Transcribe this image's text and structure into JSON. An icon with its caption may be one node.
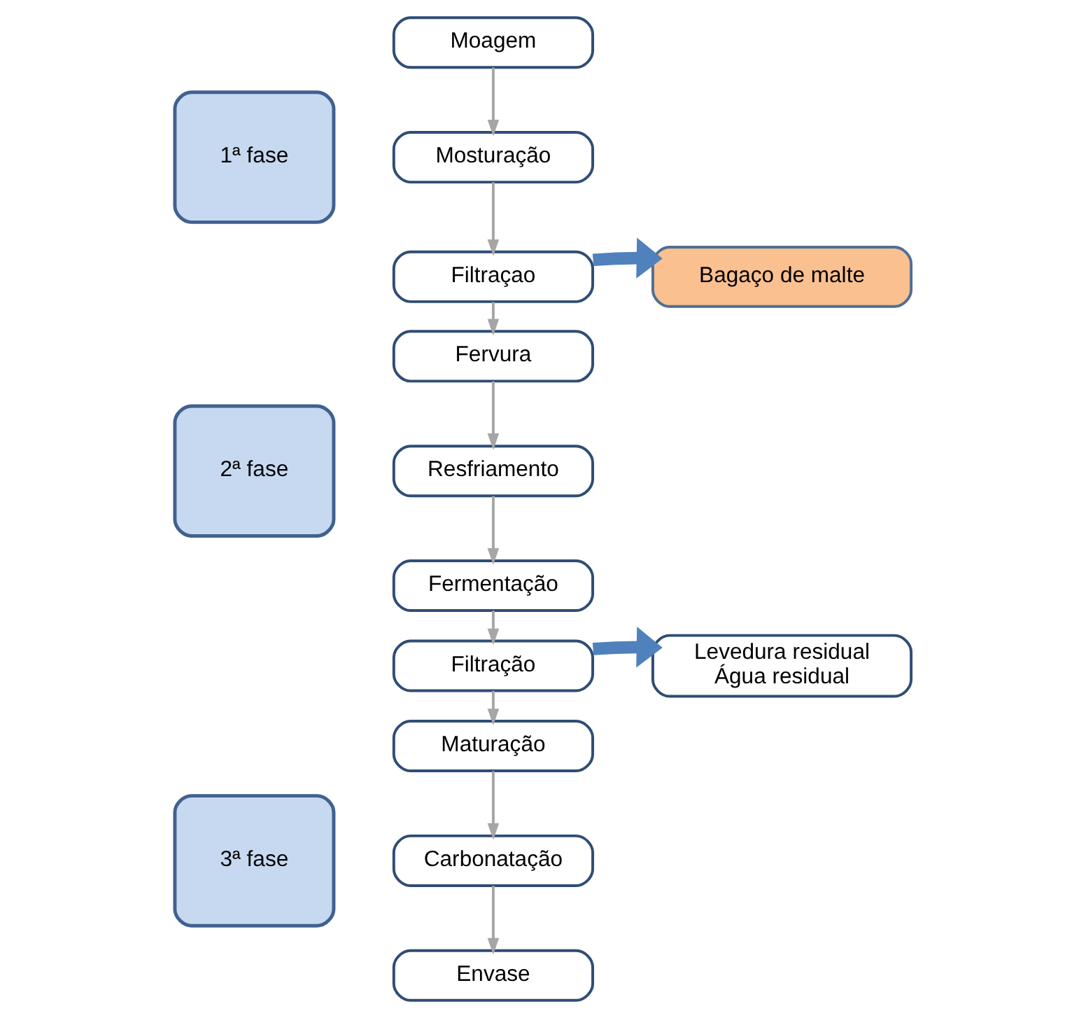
{
  "diagram": {
    "nodes": [
      {
        "text": [
          "1ª fase"
        ]
      },
      {
        "text": [
          "2ª fase"
        ]
      },
      {
        "text": [
          "3ª fase"
        ]
      },
      {
        "text": [
          "Moagem"
        ]
      },
      {
        "text": [
          "Mosturação"
        ]
      },
      {
        "text": [
          "Filtraçao"
        ]
      },
      {
        "text": [
          "Fervura"
        ]
      },
      {
        "text": [
          "Resfriamento"
        ]
      },
      {
        "text": [
          "Fermentação"
        ]
      },
      {
        "text": [
          "Filtração"
        ]
      },
      {
        "text": [
          "Maturação"
        ]
      },
      {
        "text": [
          "Carbonatação"
        ]
      },
      {
        "text": [
          "Envase"
        ]
      },
      {
        "text": [
          "Bagaço de malte"
        ]
      },
      {
        "text": [
          "Levedura residual",
          "Água residual"
        ]
      }
    ],
    "edges": [
      {
        "from": 3,
        "to": 4,
        "arrow": "to"
      },
      {
        "from": 4,
        "to": 5,
        "arrow": "to"
      },
      {
        "from": 5,
        "to": 6,
        "arrow": "to"
      },
      {
        "from": 6,
        "to": 7,
        "arrow": "to"
      },
      {
        "from": 7,
        "to": 8,
        "arrow": "to"
      },
      {
        "from": 8,
        "to": 9,
        "arrow": "to"
      },
      {
        "from": 9,
        "to": 10,
        "arrow": "to"
      },
      {
        "from": 10,
        "to": 11,
        "arrow": "to"
      },
      {
        "from": 11,
        "to": 12,
        "arrow": "to"
      },
      {
        "from": 5,
        "to": 13,
        "arrow": "to",
        "style": "thick",
        "color": "#4f81bd"
      },
      {
        "from": 9,
        "to": 14,
        "arrow": "to",
        "style": "thick",
        "color": "#4f81bd"
      }
    ]
  }
}
